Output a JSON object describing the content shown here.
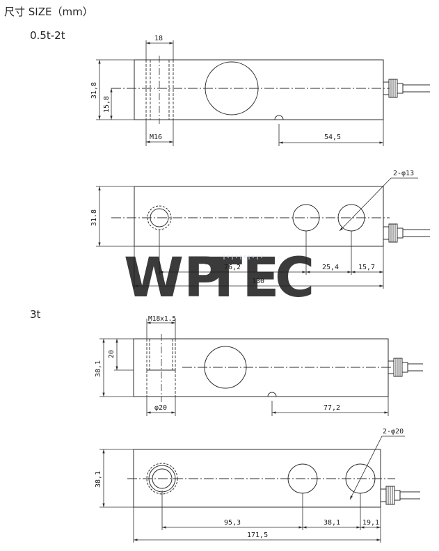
{
  "header": {
    "title": "尺寸 SIZE（mm）",
    "model_a": "0.5t-2t",
    "model_b": "3t"
  },
  "watermark": {
    "text_1": "WP",
    "text_2": "TE",
    "text_3": "C",
    "colors": {
      "blue": "#8fb4d9",
      "green": "#8ed0a0"
    }
  },
  "dims_a_side": {
    "width_18": "18",
    "height_31_8": "31,8",
    "height_15_8": "15,8",
    "thread_m16": "M16",
    "length_54_5": "54,5"
  },
  "dims_a_top": {
    "holes": "2-φ13",
    "height_31_8": "31.8",
    "dist_76_2": "76,2",
    "dist_25_4": "25,4",
    "dist_15_7": "15,7",
    "total_130": "130"
  },
  "dims_b_side": {
    "thread": "M18x1.5",
    "height_38_1": "38,1",
    "height_20": "20",
    "dia_20": "φ20",
    "length_77_2": "77,2"
  },
  "dims_b_top": {
    "holes": "2-φ20",
    "height_38_1": "38,1",
    "dist_95_3": "95,3",
    "dist_38_1": "38,1",
    "dist_19_1": "19,1",
    "total_171_5": "171,5"
  }
}
